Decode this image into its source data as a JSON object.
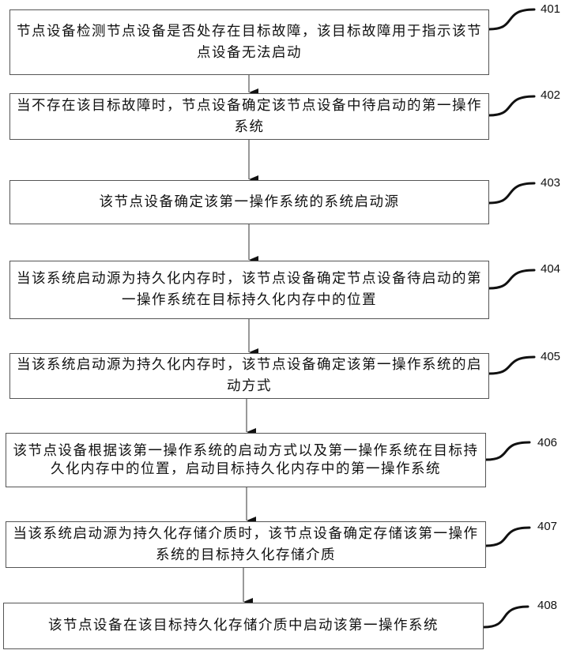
{
  "steps": [
    {
      "id": "401",
      "text": "节点设备检测节点设备是否处存在目标故障，该目标故障用于指示该节点设备无法启动"
    },
    {
      "id": "402",
      "text": "当不存在该目标故障时，节点设备确定该节点设备中待启动的第一操作系统"
    },
    {
      "id": "403",
      "text": "该节点设备确定该第一操作系统的系统启动源"
    },
    {
      "id": "404",
      "text": "当该系统启动源为持久化内存时，该节点设备确定节点设备待启动的第一操作系统在目标持久化内存中的位置"
    },
    {
      "id": "405",
      "text": "当该系统启动源为持久化内存时，该节点设备确定该第一操作系统的启动方式"
    },
    {
      "id": "406",
      "text": "该节点设备根据该第一操作系统的启动方式以及第一操作系统在目标持久化内存中的位置，启动目标持久化内存中的第一操作系统"
    },
    {
      "id": "407",
      "text": "当该系统启动源为持久化存储介质时，该节点设备确定存储该第一操作系统的目标持久化存储介质"
    },
    {
      "id": "408",
      "text": "该节点设备在该目标持久化存储介质中启动该第一操作系统"
    }
  ]
}
